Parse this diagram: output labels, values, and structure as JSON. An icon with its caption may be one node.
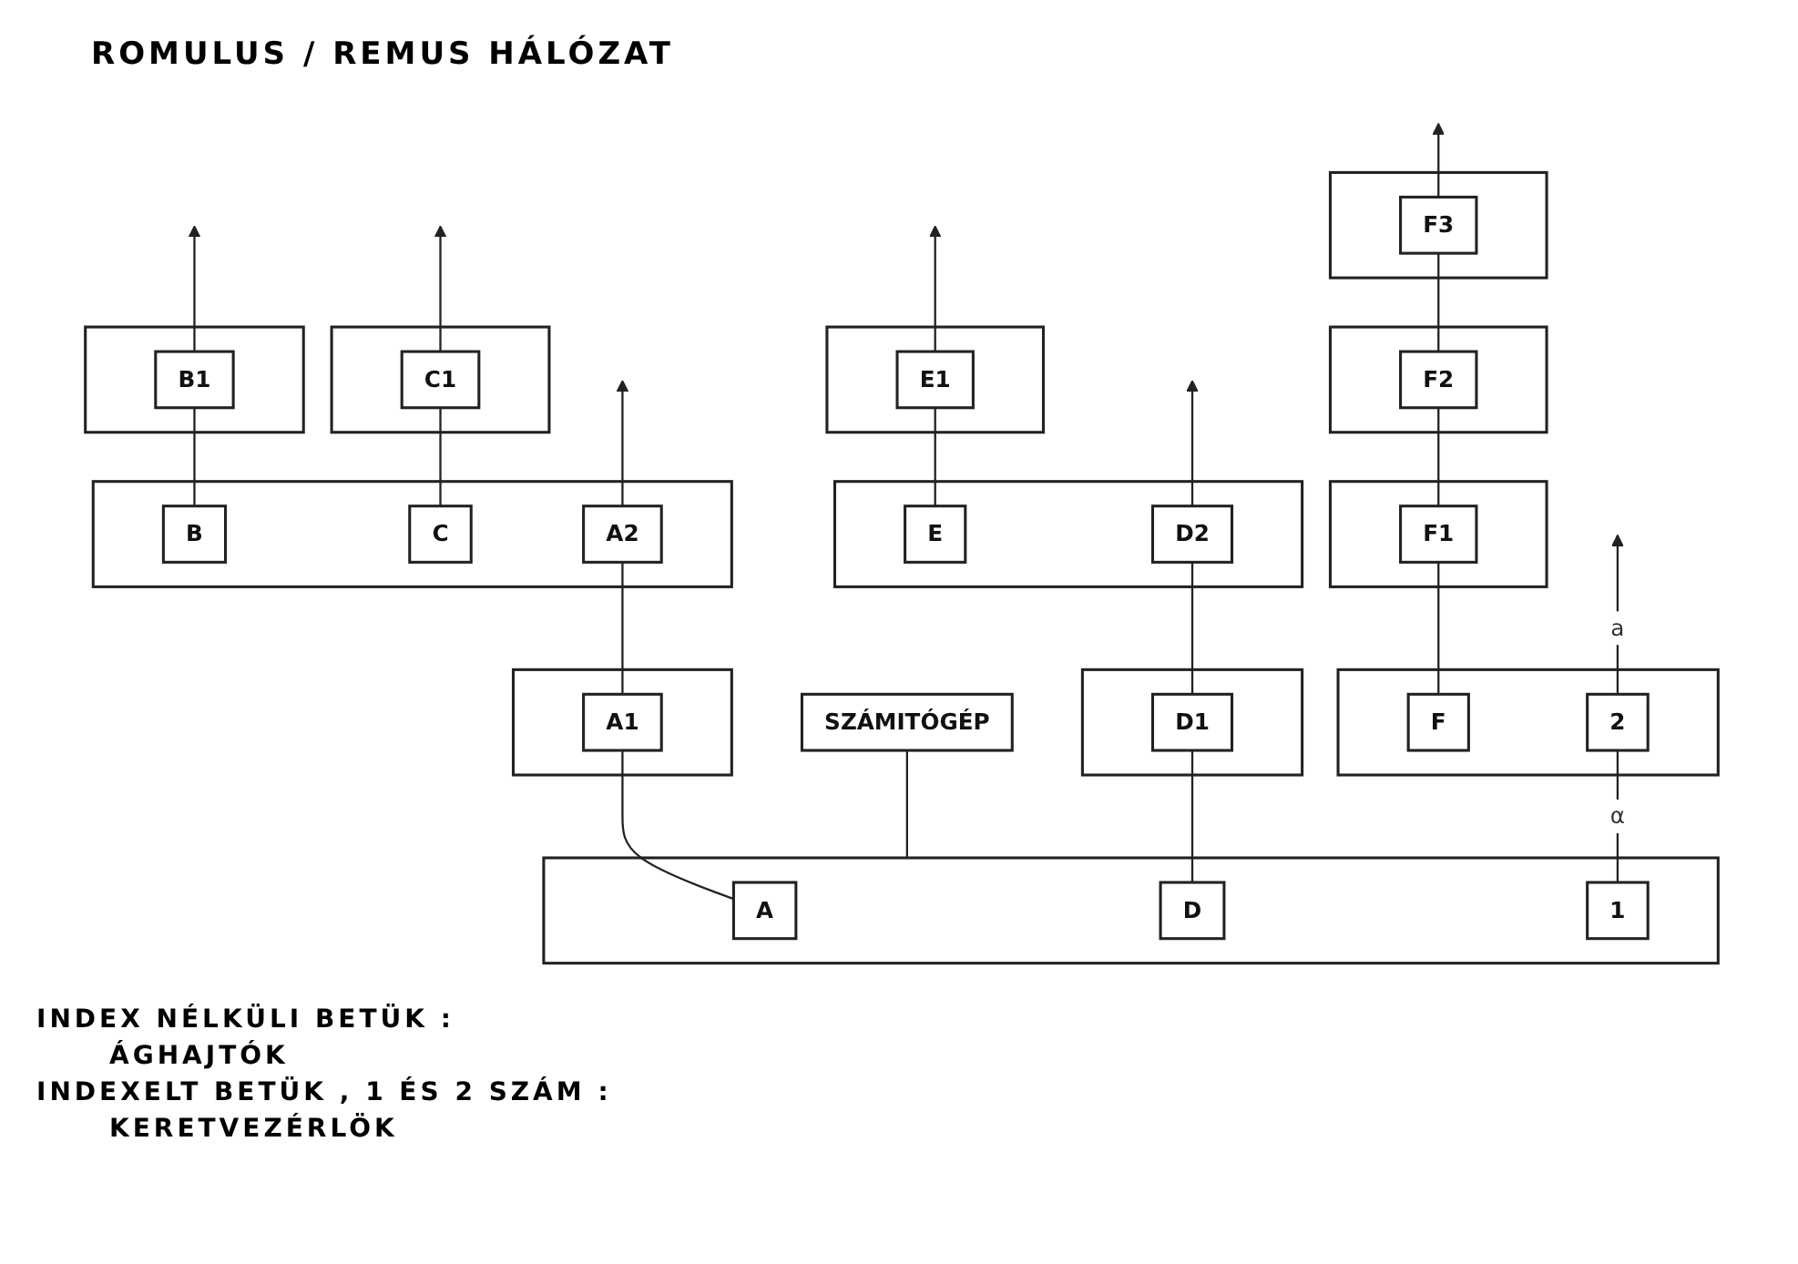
{
  "diagram": {
    "title": "ROMULUS / REMUS HÁLÓZAT",
    "nodes": [
      {
        "text": [],
        "shape": "box"
      },
      {
        "text": [
          "F3"
        ],
        "in": 0
      },
      {
        "text": [],
        "shape": "box"
      },
      {
        "text": [
          "B1"
        ],
        "in": 2
      },
      {
        "text": [],
        "shape": "box"
      },
      {
        "text": [
          "C1"
        ],
        "in": 4
      },
      {
        "text": [],
        "shape": "box"
      },
      {
        "text": [
          "E1"
        ],
        "in": 6
      },
      {
        "text": [],
        "shape": "box"
      },
      {
        "text": [
          "F2"
        ],
        "in": 8
      },
      {
        "text": [],
        "shape": "box"
      },
      {
        "text": [
          "B"
        ],
        "in": 10
      },
      {
        "text": [
          "C"
        ],
        "in": 10
      },
      {
        "text": [
          "A2"
        ],
        "in": 10
      },
      {
        "text": [],
        "shape": "box"
      },
      {
        "text": [
          "E"
        ],
        "in": 14
      },
      {
        "text": [
          "D2"
        ],
        "in": 14
      },
      {
        "text": [],
        "shape": "box"
      },
      {
        "text": [
          "F1"
        ],
        "in": 17
      },
      {
        "text": [],
        "shape": "box"
      },
      {
        "text": [
          "A1"
        ],
        "in": 19
      },
      {
        "text": [],
        "shape": "box"
      },
      {
        "text": [
          "D1"
        ],
        "in": 21
      },
      {
        "text": [],
        "shape": "box"
      },
      {
        "text": [
          "F"
        ],
        "in": 23
      },
      {
        "text": [
          "2"
        ],
        "in": 23
      },
      {
        "text": [],
        "shape": "box"
      },
      {
        "text": [
          "A"
        ],
        "in": 26
      },
      {
        "text": [
          "D"
        ],
        "in": 26
      },
      {
        "text": [
          "1"
        ],
        "in": 26
      },
      {
        "text": [
          "SZÁMITÓGÉP"
        ]
      }
    ],
    "edges": [
      {
        "from": 1,
        "to": null,
        "arrow": "to"
      },
      {
        "from": 3,
        "to": null,
        "arrow": "to"
      },
      {
        "from": 5,
        "to": null,
        "arrow": "to"
      },
      {
        "from": 7,
        "to": null,
        "arrow": "to"
      },
      {
        "from": 9,
        "to": 1,
        "arrow": "none"
      },
      {
        "from": 11,
        "to": 3,
        "arrow": "none"
      },
      {
        "from": 12,
        "to": 5,
        "arrow": "none"
      },
      {
        "from": 13,
        "to": null,
        "arrow": "to"
      },
      {
        "from": 15,
        "to": 7,
        "arrow": "none"
      },
      {
        "from": 16,
        "to": null,
        "arrow": "to"
      },
      {
        "from": 18,
        "to": 9,
        "arrow": "none"
      },
      {
        "from": 20,
        "to": 13,
        "arrow": "none"
      },
      {
        "from": 22,
        "to": 16,
        "arrow": "none"
      },
      {
        "from": 24,
        "to": 18,
        "arrow": "none"
      },
      {
        "from": 25,
        "to": null,
        "arrow": "to",
        "label": "a"
      },
      {
        "from": 27,
        "to": 20,
        "arrow": "none"
      },
      {
        "from": 28,
        "to": 22,
        "arrow": "none"
      },
      {
        "from": 29,
        "to": 25,
        "arrow": "none",
        "label": "α"
      },
      {
        "from": 26,
        "to": 30,
        "arrow": "none"
      }
    ],
    "labels": [
      "INDEX NÉLKÜLI BETÜK :",
      "ÁGHAJTÓK",
      "INDEXELT BETÜK , 1 ÉS 2 SZÁM :",
      "KERETVEZÉRLÖK"
    ]
  }
}
